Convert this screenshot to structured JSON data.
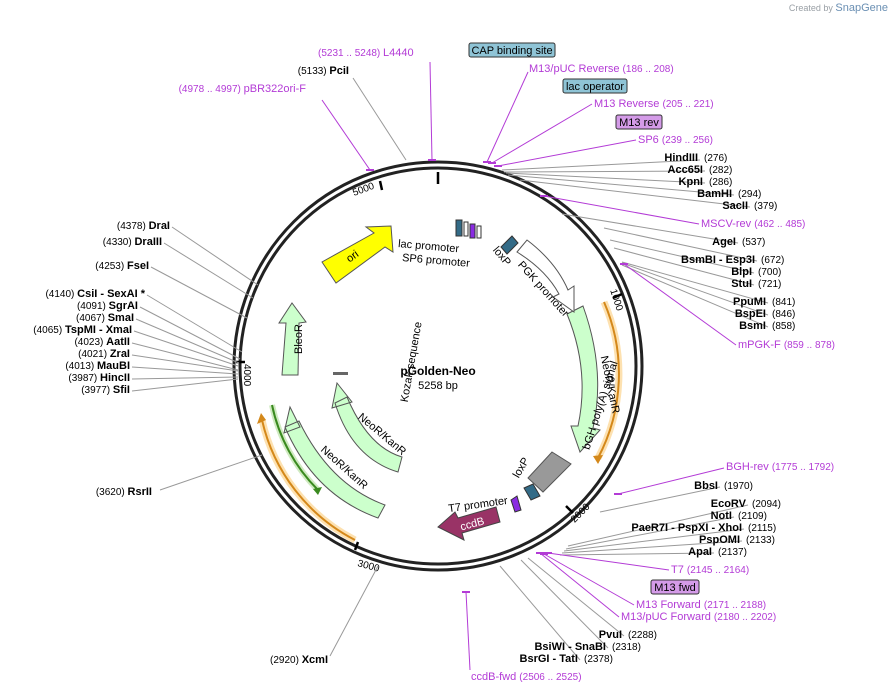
{
  "brand": {
    "created_by": "Created by",
    "name": "SnapGene"
  },
  "plasmid": {
    "name": "pGolden-Neo",
    "size": "5258 bp"
  },
  "ticks": [
    "1000",
    "2000",
    "3000",
    "4000",
    "5000"
  ],
  "features": {
    "ori": "ori",
    "lac_promoter": "lac promoter",
    "sp6_promoter": "SP6 promoter",
    "loxp_top": "loxP",
    "pgk_promoter": "PGK promoter",
    "neor_right": "NeoR/KanR",
    "bgh": "bGH poly(A) signal",
    "loxp_bottom": "loxP",
    "t7_promoter": "T7 promoter",
    "ccdb": "ccdB",
    "neor_inner": "NeoR/KanR",
    "neor_outer": "NeoR/KanR",
    "bleor": "BleoR",
    "kozak": "Kozak sequence"
  },
  "boxed": {
    "cap": "CAP binding site",
    "lac_operator": "lac operator",
    "m13rev": "M13 rev",
    "m13fwd": "M13 fwd"
  },
  "labels": [
    {
      "id": "l4440",
      "t": "L4440",
      "p": "(5231 .. 5248)",
      "kind": "primer"
    },
    {
      "id": "pcil",
      "t": "PciI",
      "p": "(5133)",
      "kind": "enzyme"
    },
    {
      "id": "pbr",
      "t": "pBR322ori-F",
      "p": "(4978 .. 4997)",
      "kind": "primer"
    },
    {
      "id": "m13puc",
      "t": "M13/pUC Reverse",
      "p": "(186 .. 208)",
      "kind": "primer"
    },
    {
      "id": "m13rv",
      "t": "M13 Reverse",
      "p": "(205 .. 221)",
      "kind": "primer"
    },
    {
      "id": "sp6",
      "t": "SP6",
      "p": "(239 .. 256)",
      "kind": "primer"
    },
    {
      "id": "hind",
      "t": "HindIII",
      "p": "(276)",
      "kind": "enzyme"
    },
    {
      "id": "acc",
      "t": "Acc65I",
      "p": "(282)",
      "kind": "enzyme"
    },
    {
      "id": "kpn",
      "t": "KpnI",
      "p": "(286)",
      "kind": "enzyme"
    },
    {
      "id": "bam",
      "t": "BamHI",
      "p": "(294)",
      "kind": "enzyme"
    },
    {
      "id": "sac",
      "t": "SacII",
      "p": "(379)",
      "kind": "enzyme"
    },
    {
      "id": "mscv",
      "t": "MSCV-rev",
      "p": "(462 .. 485)",
      "kind": "primer"
    },
    {
      "id": "age",
      "t": "AgeI",
      "p": "(537)",
      "kind": "enzyme"
    },
    {
      "id": "bsmb",
      "t": "BsmBI",
      "t2": "Esp3I",
      "p": "(672)",
      "kind": "enzyme"
    },
    {
      "id": "blp",
      "t": "BlpI",
      "p": "(700)",
      "kind": "enzyme"
    },
    {
      "id": "stu",
      "t": "StuI",
      "p": "(721)",
      "kind": "enzyme"
    },
    {
      "id": "ppum",
      "t": "PpuMI",
      "p": "(841)",
      "kind": "enzyme"
    },
    {
      "id": "bspe",
      "t": "BspEI",
      "p": "(846)",
      "kind": "enzyme"
    },
    {
      "id": "bsmi",
      "t": "BsmI",
      "p": "(858)",
      "kind": "enzyme"
    },
    {
      "id": "mpgk",
      "t": "mPGK-F",
      "p": "(859 .. 878)",
      "kind": "primer"
    },
    {
      "id": "bgh",
      "t": "BGH-rev",
      "p": "(1775 .. 1792)",
      "kind": "primer"
    },
    {
      "id": "bbs",
      "t": "BbsI",
      "p": "(1970)",
      "kind": "enzyme"
    },
    {
      "id": "ecor",
      "t": "EcoRV",
      "p": "(2094)",
      "kind": "enzyme"
    },
    {
      "id": "not",
      "t": "NotI",
      "p": "(2109)",
      "kind": "enzyme"
    },
    {
      "id": "pae",
      "t": "PaeR7I",
      "t2": "PspXI",
      "t3": "XhoI",
      "p": "(2115)",
      "kind": "enzyme"
    },
    {
      "id": "pspo",
      "t": "PspOMI",
      "p": "(2133)",
      "kind": "enzyme"
    },
    {
      "id": "apa",
      "t": "ApaI",
      "p": "(2137)",
      "kind": "enzyme"
    },
    {
      "id": "t7",
      "t": "T7",
      "p": "(2145 .. 2164)",
      "kind": "primer"
    },
    {
      "id": "m13f",
      "t": "M13 Forward",
      "p": "(2171 .. 2188)",
      "kind": "primer"
    },
    {
      "id": "m13pf",
      "t": "M13/pUC Forward",
      "p": "(2180 .. 2202)",
      "kind": "primer"
    },
    {
      "id": "pvu",
      "t": "PvuI",
      "p": "(2288)",
      "kind": "enzyme"
    },
    {
      "id": "bsiw",
      "t": "BsiWI",
      "t2": "SnaBI",
      "p": "(2318)",
      "kind": "enzyme"
    },
    {
      "id": "bsrg",
      "t": "BsrGI",
      "t2": "TatI",
      "p": "(2378)",
      "kind": "enzyme"
    },
    {
      "id": "ccdbf",
      "t": "ccdB-fwd",
      "p": "(2506 .. 2525)",
      "kind": "primer"
    },
    {
      "id": "xcm",
      "t": "XcmI",
      "p": "(2920)",
      "kind": "enzyme"
    },
    {
      "id": "rsr",
      "t": "RsrII",
      "p": "(3620)",
      "kind": "enzyme"
    },
    {
      "id": "sfi",
      "t": "SfiI",
      "p": "(3977)",
      "kind": "enzyme"
    },
    {
      "id": "hinc",
      "t": "HincII",
      "p": "(3987)",
      "kind": "enzyme"
    },
    {
      "id": "mau",
      "t": "MauBI",
      "p": "(4013)",
      "kind": "enzyme"
    },
    {
      "id": "zra",
      "t": "ZraI",
      "p": "(4021)",
      "kind": "enzyme"
    },
    {
      "id": "aat",
      "t": "AatII",
      "p": "(4023)",
      "kind": "enzyme"
    },
    {
      "id": "tspm",
      "t": "TspMI",
      "t2": "XmaI",
      "p": "(4065)",
      "kind": "enzyme"
    },
    {
      "id": "sma",
      "t": "SmaI",
      "p": "(4067)",
      "kind": "enzyme"
    },
    {
      "id": "sgra",
      "t": "SgrAI",
      "p": "(4091)",
      "kind": "enzyme"
    },
    {
      "id": "csi",
      "t": "CsiI",
      "t2": "SexAI *",
      "p": "(4140)",
      "kind": "enzyme"
    },
    {
      "id": "fse",
      "t": "FseI",
      "p": "(4253)",
      "kind": "enzyme"
    },
    {
      "id": "dra3",
      "t": "DraIII",
      "p": "(4330)",
      "kind": "enzyme"
    },
    {
      "id": "dra",
      "t": "DraI",
      "p": "(4378)",
      "kind": "enzyme"
    }
  ],
  "colors": {
    "ori": "#ffff00",
    "resistance": "#ccffcc",
    "promoter": "#ffffff",
    "terminator": "#999999",
    "ccdb": "#993366",
    "primer": "#b33bd6",
    "primer_arrow": "#ff9900",
    "cap_box": "#8fc4d6",
    "m13_box": "#d49be8"
  }
}
